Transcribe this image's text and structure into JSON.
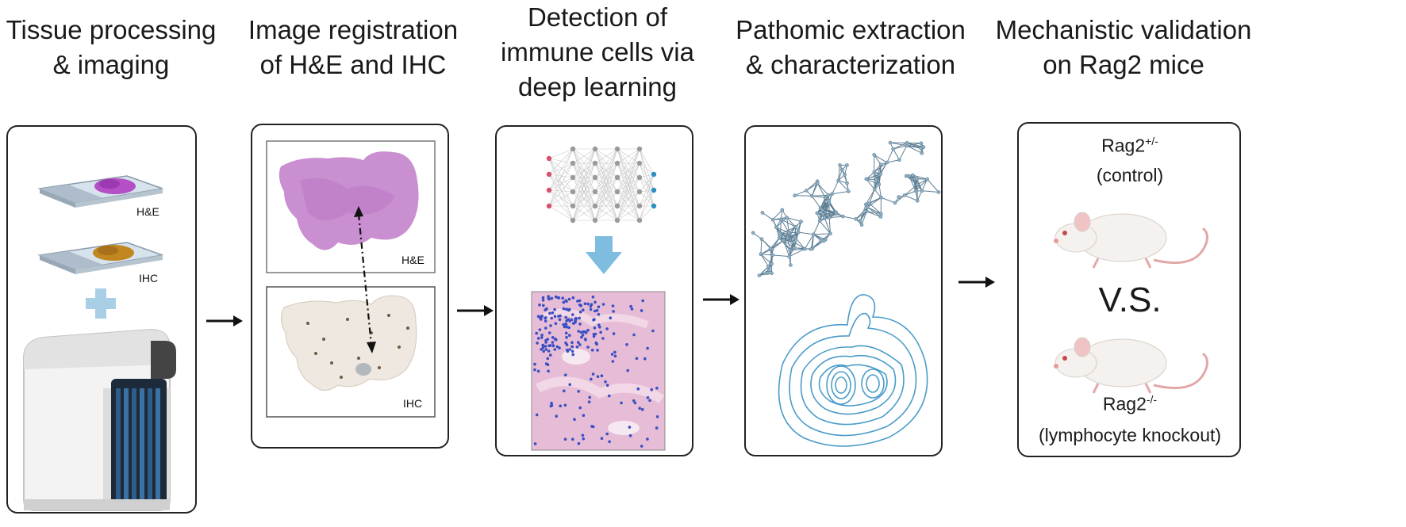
{
  "stages": [
    {
      "title_line1": "Tissue processing",
      "title_line2": "& imaging"
    },
    {
      "title_line1": "Image registration",
      "title_line2": "of H&E and IHC"
    },
    {
      "title_line1": "Detection of",
      "title_line2": "immune cells via",
      "title_line3": "deep learning"
    },
    {
      "title_line1": "Pathomic extraction",
      "title_line2": "& characterization"
    },
    {
      "title_line1": "Mechanistic validation",
      "title_line2": "on Rag2 mice"
    }
  ],
  "slides": {
    "he_label": "H&E",
    "ihc_label": "IHC"
  },
  "registration": {
    "he_label": "H&E",
    "ihc_label": "IHC"
  },
  "mice": {
    "top_base": "Rag2",
    "top_sup": "+/-",
    "top_desc": "(control)",
    "vs": "V.S.",
    "bottom_base": "Rag2",
    "bottom_sup": "-/-",
    "bottom_desc": "(lymphocyte knockout)"
  },
  "colors": {
    "he_pink": "#c98fd0",
    "ihc_brown": "#c2861e",
    "plus_blue": "#a8cfe6",
    "network": "#5f7f94",
    "contour": "#4a9cc9",
    "nn_red": "#d9506f",
    "nn_blue": "#2b8fc3"
  }
}
